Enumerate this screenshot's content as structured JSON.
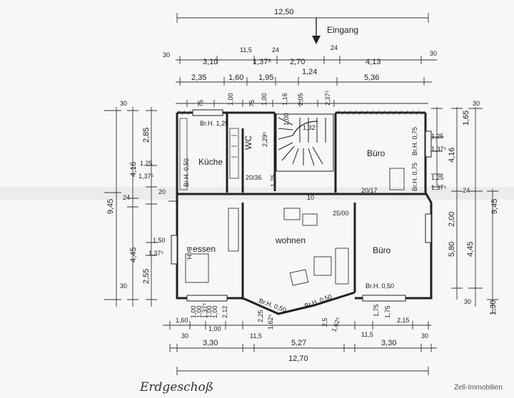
{
  "plan": {
    "handwritten_title": "Erdgeschoß",
    "watermark": "Zell-Immobilien",
    "entrance_label": "Eingang",
    "rooms": {
      "kitchen": "Küche",
      "wc": "WC",
      "office_top": "Büro",
      "dining": "essen",
      "living": "wohnen",
      "office_bottom": "Büro"
    },
    "dims_top": {
      "total": "12,50",
      "r1": [
        "30",
        "3,10",
        "11,5",
        "1,37⁵",
        "24",
        "2,70",
        "24",
        "4,13",
        "30"
      ],
      "r2": [
        "2,35",
        "1,60",
        "1,95",
        "1,24",
        "5,36"
      ],
      "r3": [
        "75",
        "1,00",
        "75",
        "1,00",
        "1,16",
        "2,05",
        "2,37⁵"
      ]
    },
    "dims_bottom": {
      "total": "12,70",
      "r1": [
        "1,60",
        "1,00",
        "1,00",
        "1,00",
        "2,25",
        "1,62⁵",
        "2,5",
        "1,62⁵",
        "1,75",
        "2,15"
      ],
      "r2": [
        "30",
        "3,30",
        "11,5",
        "5,27",
        "11,5",
        "3,30",
        "30"
      ],
      "small": [
        "1,00",
        "1,37⁵",
        "1,00",
        "2,12",
        "1,75"
      ]
    },
    "dims_left": [
      "30",
      "2,85",
      "4,16",
      "1,25",
      "1,37⁵",
      "9,45",
      "24",
      "1,50",
      "1,37⁵",
      "4,45",
      "2,55",
      "30"
    ],
    "dims_right": [
      "30",
      "1,65",
      "1,25",
      "1,37⁵",
      "4,16",
      "1,25",
      "1,37⁵",
      "24",
      "9,45",
      "2,00",
      "5,80",
      "4,45",
      "30",
      "1,30"
    ],
    "annotations": {
      "kitchen_window": "Br.H. 1,25",
      "kitchen_side": "Br.H. 0,50",
      "wc_window": "2,29⁵",
      "wc_niche": "20/36",
      "stair_1": "1,00",
      "stair_2": "1,32",
      "office_top_window": "Br.H. 0,75",
      "office_top_side": "Br.H. 0,75",
      "hall_1": "1,75",
      "hall_2": "10",
      "hall_3": "25/00",
      "hall_4": "20/17",
      "dining_side": "Br.H.",
      "bay_left": "Br.H. 0,50",
      "bay_right": "Br.H. 0,50",
      "office_bottom_window": "Br.H. 0,50",
      "wall_20": "20"
    }
  }
}
